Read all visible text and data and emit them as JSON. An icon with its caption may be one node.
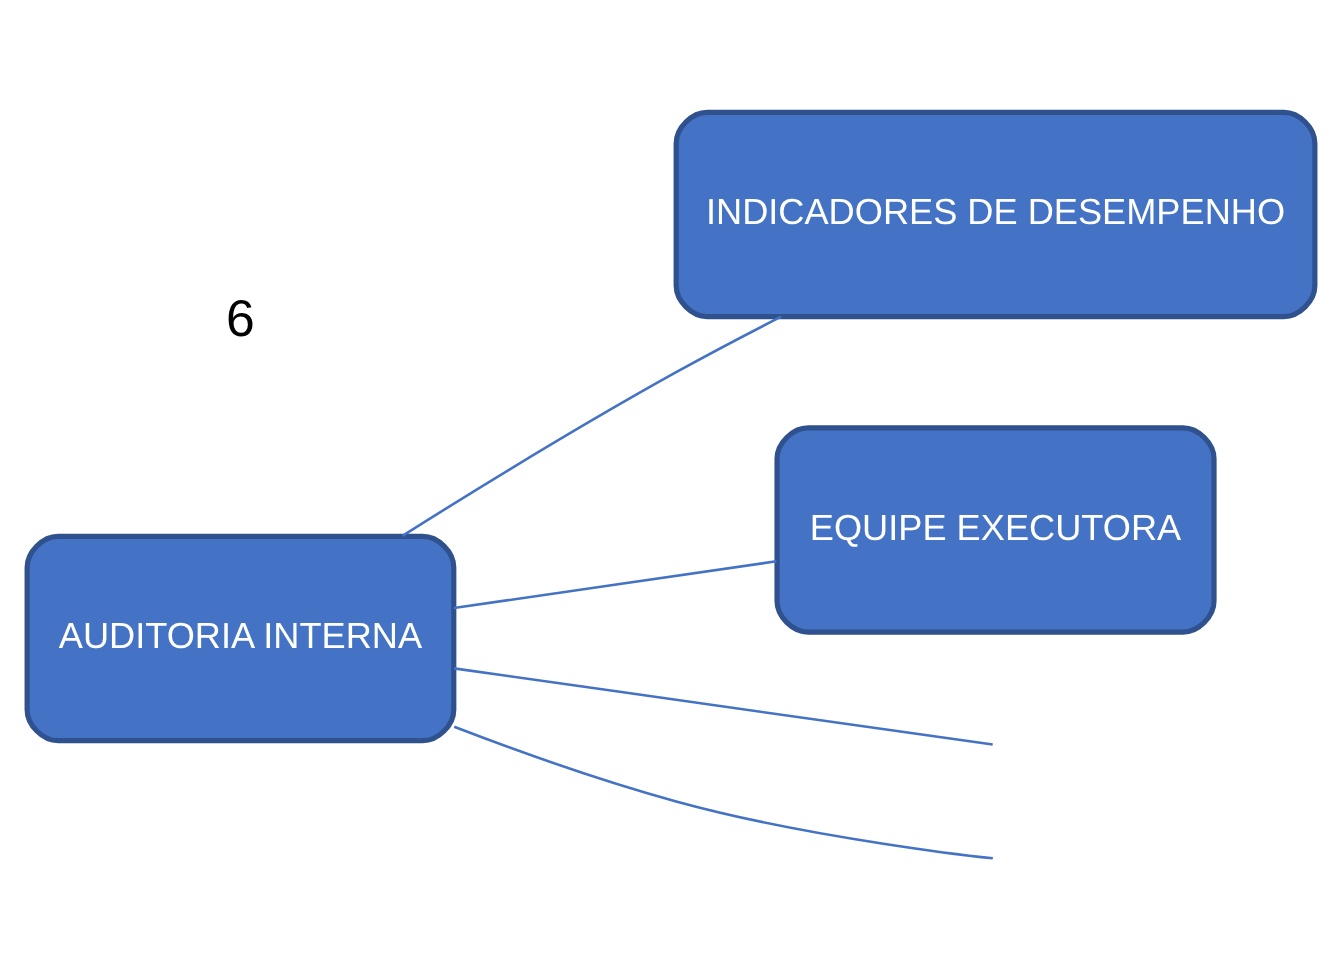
{
  "diagram": {
    "nodes": [
      {
        "text": [
          "AUDITORIA INTERNA"
        ]
      },
      {
        "text": [
          "INDICADORES DE DESEMPENHO"
        ]
      },
      {
        "text": [
          "EQUIPE EXECUTORA"
        ]
      }
    ],
    "edges": [
      {
        "from": 0,
        "to": 1,
        "arrow": "none"
      },
      {
        "from": 0,
        "to": 2,
        "arrow": "none"
      },
      {
        "from": 0,
        "to": null,
        "arrow": "none"
      },
      {
        "from": 0,
        "to": null,
        "arrow": "none"
      }
    ],
    "labels": [
      "6"
    ]
  }
}
